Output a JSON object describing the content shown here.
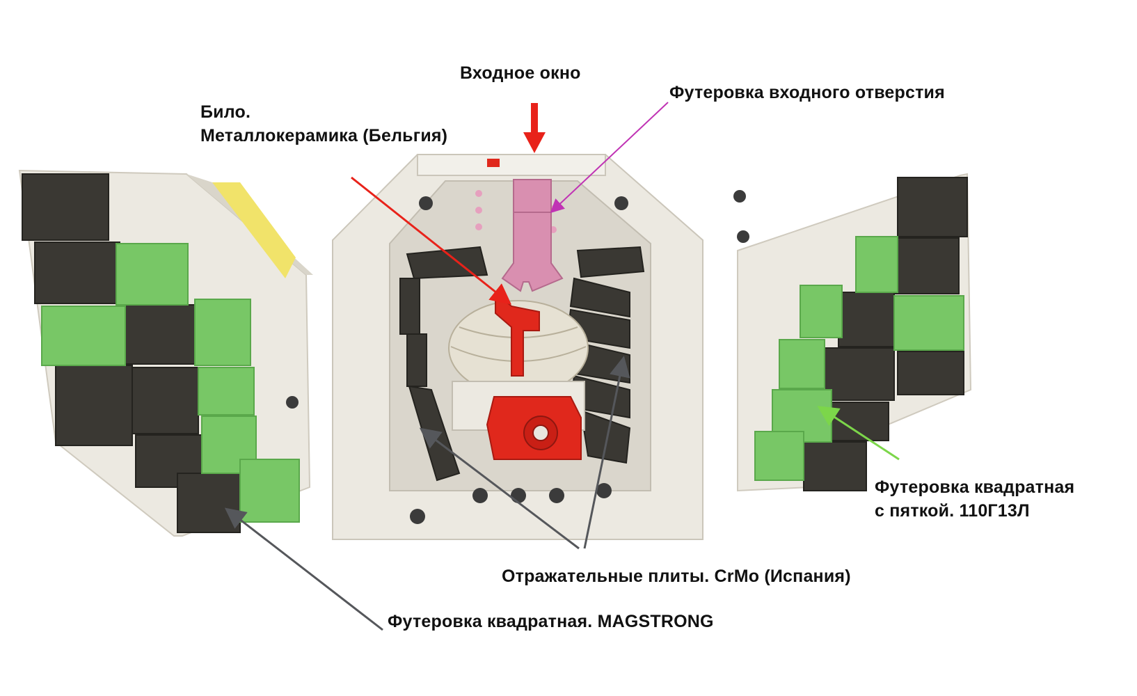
{
  "labels": {
    "inlet_window": "Входное окно",
    "inlet_lining": "Футеровка входного отверстия",
    "blow_bar_line1": "Било.",
    "blow_bar_line2": "Металлокерамика (Бельгия)",
    "square_lining_heel_line1": "Футеровка квадратная",
    "square_lining_heel_line2": "с пяткой. 110Г13Л",
    "impact_plates": "Отражательные плиты. CrMo (Испания)",
    "square_lining_magstrong": "Футеровка квадратная. MAGSTRONG"
  },
  "colors": {
    "frame": "#ece9e1",
    "frame_shade": "#d7d3c8",
    "dark_plate": "#3a3833",
    "green_plate": "#78c766",
    "red_part": "#e0281c",
    "pink_lining": "#d98fb0",
    "yellow_strip": "#f1e36a",
    "arrow_red": "#e8221a",
    "arrow_magenta": "#c033b4",
    "arrow_gray": "#55575b",
    "arrow_green": "#7cd64a"
  }
}
